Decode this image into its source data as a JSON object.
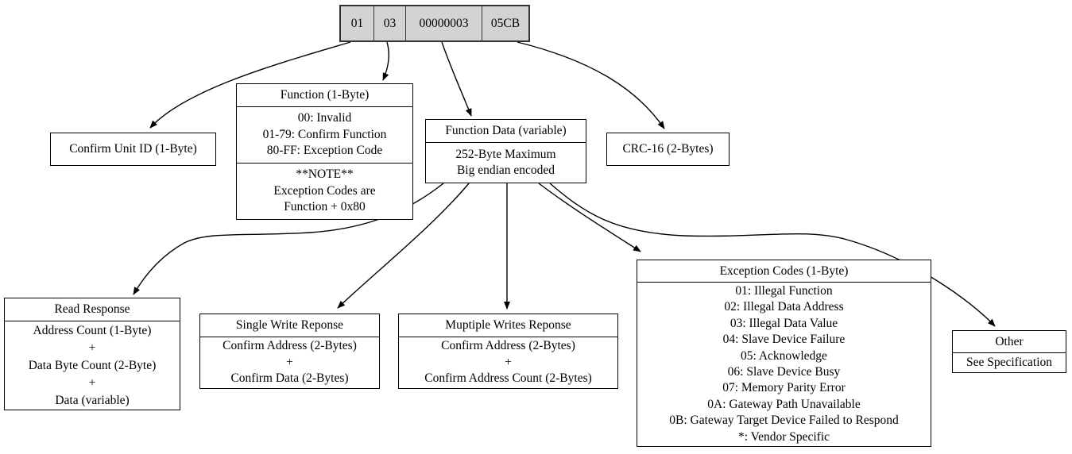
{
  "diagram": {
    "packet": {
      "cells": [
        "01",
        "03",
        "00000003",
        "05CB"
      ]
    },
    "nodes": {
      "confirm_unit_id": {
        "title": "Confirm Unit ID (1-Byte)"
      },
      "function": {
        "title": "Function (1-Byte)",
        "values": [
          "00: Invalid",
          "01-79: Confirm Function",
          "80-FF: Exception Code"
        ],
        "note": [
          "**NOTE**",
          "Exception Codes are",
          "Function + 0x80"
        ]
      },
      "function_data": {
        "title": "Function Data (variable)",
        "lines": [
          "252-Byte Maximum",
          "Big endian encoded"
        ]
      },
      "crc": {
        "title": "CRC-16 (2-Bytes)"
      },
      "read_response": {
        "title": "Read Response",
        "lines": [
          "Address Count (1-Byte)",
          "+",
          "Data Byte Count (2-Byte)",
          "+",
          "Data (variable)"
        ]
      },
      "single_write": {
        "title": "Single Write Reponse",
        "lines": [
          "Confirm Address (2-Bytes)",
          "+",
          "Confirm Data (2-Bytes)"
        ]
      },
      "multiple_writes": {
        "title": "Muptiple Writes Reponse",
        "lines": [
          "Confirm Address (2-Bytes)",
          "+",
          "Confirm Address Count (2-Bytes)"
        ]
      },
      "exception_codes": {
        "title": "Exception Codes (1-Byte)",
        "lines": [
          "01: Illegal Function",
          "02: Illegal Data Address",
          "03: Illegal Data Value",
          "04: Slave Device Failure",
          "05: Acknowledge",
          "06: Slave Device Busy",
          "07: Memory Parity Error",
          "0A: Gateway Path Unavailable",
          "0B: Gateway Target Device Failed to Respond",
          "*: Vendor Specific"
        ]
      },
      "other": {
        "title": "Other",
        "lines": [
          "See Specification"
        ]
      }
    },
    "colors": {
      "packet_fill": "#d3d3d3",
      "box_fill": "#ffffff",
      "border": "#000000",
      "edge": "#000000"
    }
  }
}
